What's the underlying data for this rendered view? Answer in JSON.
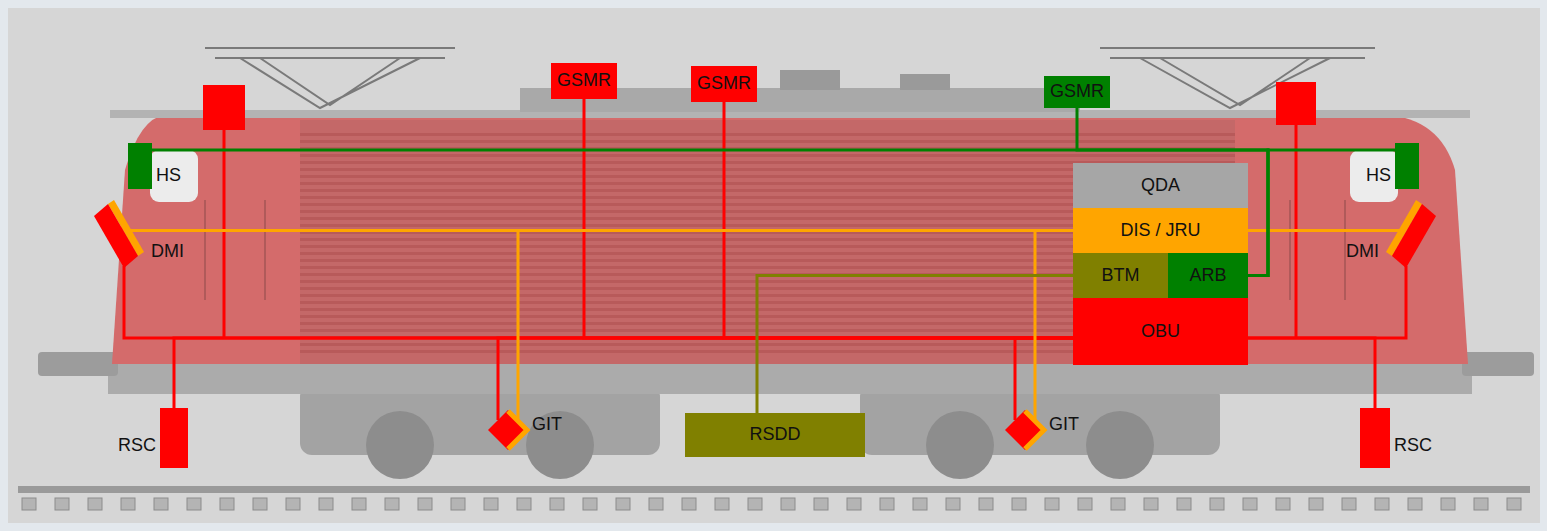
{
  "diagram": {
    "nodes": [
      {
        "text": [
          "GSMR"
        ]
      },
      {
        "text": [
          "GSMR"
        ]
      },
      {
        "text": [
          "GSMR"
        ]
      },
      {
        "text": [
          "HS"
        ]
      },
      {
        "text": [
          "HS"
        ]
      },
      {
        "text": [
          "QDA"
        ]
      },
      {
        "text": [
          "DMI"
        ]
      },
      {
        "text": [
          "DIS / JRU"
        ]
      },
      {
        "text": [
          "DMI"
        ]
      },
      {
        "text": [
          "BTM"
        ]
      },
      {
        "text": [
          "ARB"
        ]
      },
      {
        "text": [
          "OBU"
        ]
      },
      {
        "text": [
          "RSC"
        ]
      },
      {
        "text": [
          "GIT"
        ]
      },
      {
        "text": [
          "RSDD"
        ]
      },
      {
        "text": [
          "GIT"
        ]
      },
      {
        "text": [
          "RSC"
        ]
      }
    ],
    "edges": [
      {
        "from": 11,
        "to": 6,
        "arrow": "none"
      },
      {
        "from": 11,
        "to": 0,
        "arrow": "none"
      },
      {
        "from": 11,
        "to": 1,
        "arrow": "none"
      },
      {
        "from": 11,
        "to": 12,
        "arrow": "none"
      },
      {
        "from": 11,
        "to": 13,
        "arrow": "none"
      },
      {
        "from": 11,
        "to": 15,
        "arrow": "none"
      },
      {
        "from": 11,
        "to": 16,
        "arrow": "none"
      },
      {
        "from": 11,
        "to": 8,
        "arrow": "none"
      },
      {
        "from": 7,
        "to": 6,
        "arrow": "none"
      },
      {
        "from": 7,
        "to": 13,
        "arrow": "none"
      },
      {
        "from": 7,
        "to": 15,
        "arrow": "none"
      },
      {
        "from": 7,
        "to": 8,
        "arrow": "none"
      },
      {
        "from": 10,
        "to": 3,
        "arrow": "none"
      },
      {
        "from": 10,
        "to": 2,
        "arrow": "none"
      },
      {
        "from": 10,
        "to": 4,
        "arrow": "none"
      },
      {
        "from": 9,
        "to": 14,
        "arrow": "none"
      }
    ]
  }
}
